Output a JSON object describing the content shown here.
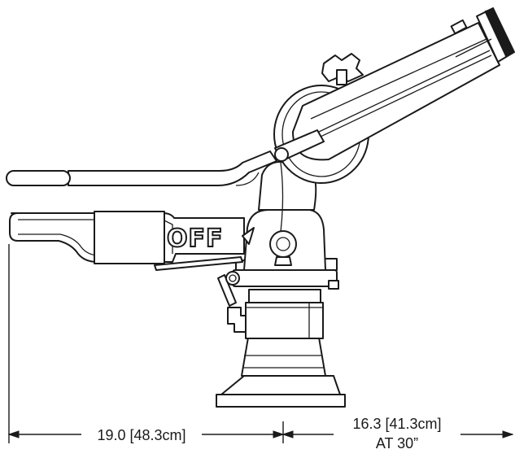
{
  "diagram": {
    "lever_marking": "OFF",
    "dimensions": {
      "left": {
        "line1": "19.0 [48.3cm]"
      },
      "right": {
        "line1": "16.3 [41.3cm]",
        "line2": "AT 30”"
      }
    },
    "colors": {
      "ink": "#1a1a1a",
      "background": "#ffffff"
    }
  }
}
